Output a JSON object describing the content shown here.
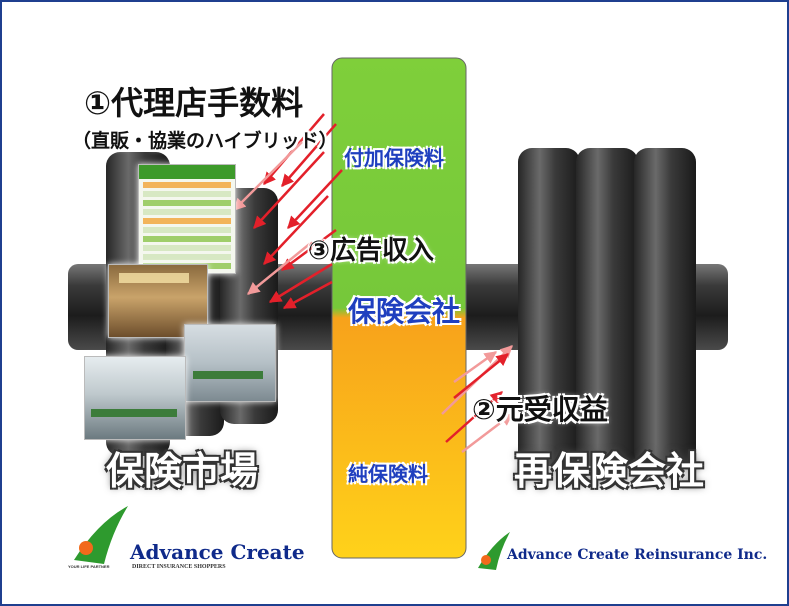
{
  "labels": {
    "agency_commission": "①代理店手数料",
    "hybrid": "（直販・協業のハイブリッド）",
    "ad_revenue": "③広告収入",
    "reinsurance_income": "②元受収益",
    "insurance_market": "保険市場",
    "reinsurer": "再保険会社",
    "loading_premium": "付加保険料",
    "insurance_company": "保険会社",
    "pure_premium": "純保険料"
  },
  "logos": {
    "advance_create": "Advance Create",
    "advance_create_sub": "DIRECT INSURANCE SHOPPERS",
    "advance_create_tag": "YOUR LIFE PARTNER",
    "advance_create_reinsurance": "Advance Create Reinsurance Inc."
  },
  "colors": {
    "border": "#1f3f8f",
    "bar_green": "#7fcf3a",
    "bar_orange": "#f7a21b",
    "bar_yellow": "#ffd21a",
    "label_blue": "#1f3fbf",
    "arrow_red": "#e3202a",
    "logo_green": "#2e9a2e",
    "logo_orange": "#f26a1b",
    "brand_navy": "#0f2a8a"
  },
  "icons": {
    "logo_mark": "leaf-swoosh-icon",
    "arrow": "red-arrow-icon"
  }
}
